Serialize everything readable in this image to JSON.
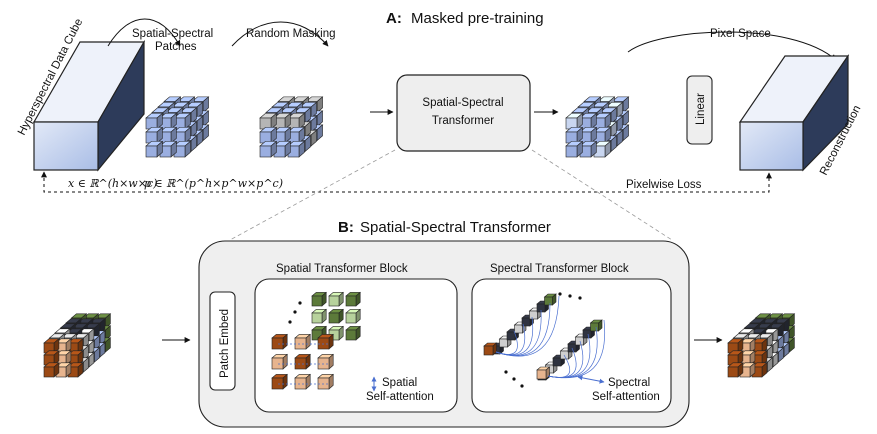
{
  "section_a": {
    "title_prefix": "A:",
    "title": "Masked pre-training"
  },
  "section_b": {
    "title_prefix": "B:",
    "title": "Spatial-Spectral Transformer"
  },
  "labels": {
    "data_cube": "Hyperspectral Data Cube",
    "patches_line1": "Spatial-Spectral",
    "patches_line2": "Patches",
    "random_masking": "Random Masking",
    "transformer_line1": "Spatial-Spectral",
    "transformer_line2": "Transformer",
    "pixel_space": "Pixel Space",
    "linear": "Linear",
    "reconstruction": "Reconstruction",
    "pixelwise_loss": "Pixelwise Loss",
    "x_formula": "x ∈ ℝ^(h×w×c)",
    "p_formula": "p ∈ ℝ^(p^h×p^w×p^c)",
    "patch_embed": "Patch Embed",
    "spatial_block": "Spatial Transformer Block",
    "spectral_block": "Spectral Transformer Block",
    "spatial_attn_line1": "Spatial",
    "spatial_attn_line2": "Self-attention",
    "spectral_attn_line1": "Spectral",
    "spectral_attn_line2": "Self-attention"
  },
  "colors": {
    "patch_blue": "#9aaee0",
    "masked_gray": "#b5b5b5",
    "cube_front": "#bccbe8",
    "embed_green": "#5c7a3a",
    "embed_light_green": "#b7d29c",
    "embed_orange": "#9c4a15",
    "embed_peach": "#e7b48e",
    "embed_dark": "#2f3340",
    "arc_blue": "#4a6fd0"
  }
}
